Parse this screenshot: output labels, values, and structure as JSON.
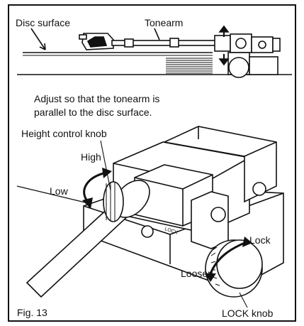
{
  "figure": "Fig. 13",
  "top_labels": {
    "disc_surface": "Disc surface",
    "tonearm": "Tonearm"
  },
  "instruction": {
    "line1": "Adjust so that the tonearm is",
    "line2": "parallel to the disc surface."
  },
  "bottom_labels": {
    "height_control_knob": "Height control knob",
    "high": "High",
    "low": "Low",
    "lock": "Lock",
    "loosen": "Loosen",
    "lock_knob": "LOCK knob",
    "base_stamp": "LOCK"
  }
}
